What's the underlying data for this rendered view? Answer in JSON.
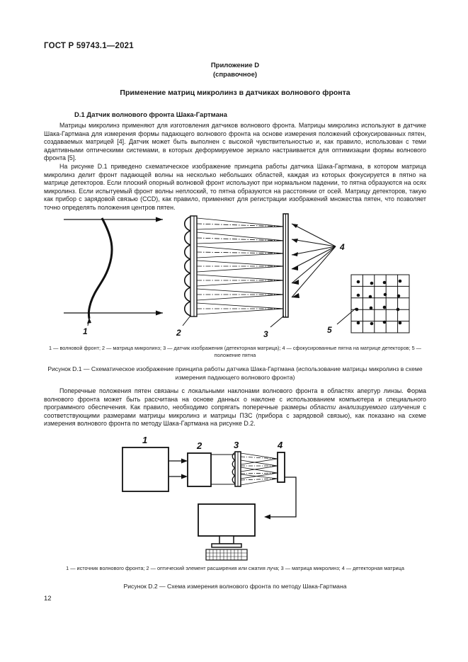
{
  "header": {
    "standard_id": "ГОСТ Р 59743.1—2021"
  },
  "appendix": {
    "label": "Приложение D",
    "kind": "(справочное)",
    "title": "Применение матриц микролинз в датчиках волнового фронта"
  },
  "section": {
    "heading": "D.1 Датчик волнового фронта Шака-Гартмана",
    "paragraph_1": "Матрицы микролинз применяют для изготовления датчиков волнового фронта. Матрицы микролинз используют в датчике Шака-Гартмана для измерения формы падающего волнового фронта на основе измерения положений сфокусированных пятен, создаваемых матрицей [4]. Датчик может быть выполнен с высокой чувствительностью и, как правило, использован с теми адаптивными оптическими системами, в которых деформируемое зеркало настраивается для оптимизации формы волнового фронта [5].",
    "paragraph_2": "На рисунке D.1 приведено схематическое изображение принципа работы датчика Шака-Гартмана, в котором матрица микролинз делит фронт падающей волны на несколько небольших областей, каждая из которых фокусируется в пятно на матрице детекторов. Если плоский опорный волновой фронт используют при нормальном падении, то пятна образуются на осях микролинз. Если испытуемый фронт волны неплоский, то пятна образуются на расстоянии от осей. Матрицу детекторов, такую как прибор с зарядовой связью (CCD), как правило, применяют для регистрации изображений множества пятен, что позволяет точно определять положения центров пятен.",
    "paragraph_3_part1": "Поперечные положения пятен связаны с локальными наклонами волнового фронта в областях апертур линзы. Форма волнового фронта может быть рассчитана на основе данных о наклоне с использованием компьютера и специального программного обеспечения. Как правило, необходимо сопрягать поперечные размеры ",
    "paragraph_3_italic": "области анализируемого излучения",
    "paragraph_3_part2": " с соответствующими размерами матрицы микролинз и матрицы ПЗС (прибора с зарядовой связью), как показано на схеме измерения волнового фронта по методу Шака-Гартмана на рисунке D.2."
  },
  "figure_1": {
    "legend": "1 — волновой фронт; 2 — матрица микролинз; 3 — датчик изображения (детекторная матрица); 4 — сфокусированные пятна на матрице детекторов; 5 — положение пятна",
    "caption": "Рисунок D.1 — Схематическое изображение принципа работы датчика Шака-Гартмана (использование матрицы микролинз в схеме измерения падающего волнового фронта)",
    "callouts": [
      "1",
      "2",
      "3",
      "4",
      "5"
    ]
  },
  "figure_2": {
    "legend": "1 — источник волнового фронта; 2 — оптический элемент расширения или сжатия луча; 3 — матрица микролинз; 4 — детекторная матрица",
    "caption": "Рисунок D.2 — Схема измерения волнового фронта по методу Шака-Гартмана",
    "callouts": [
      "1",
      "2",
      "3",
      "4"
    ]
  },
  "footer": {
    "page_number": "12"
  },
  "colors": {
    "ink": "#1a1a1a",
    "paper": "#ffffff"
  }
}
